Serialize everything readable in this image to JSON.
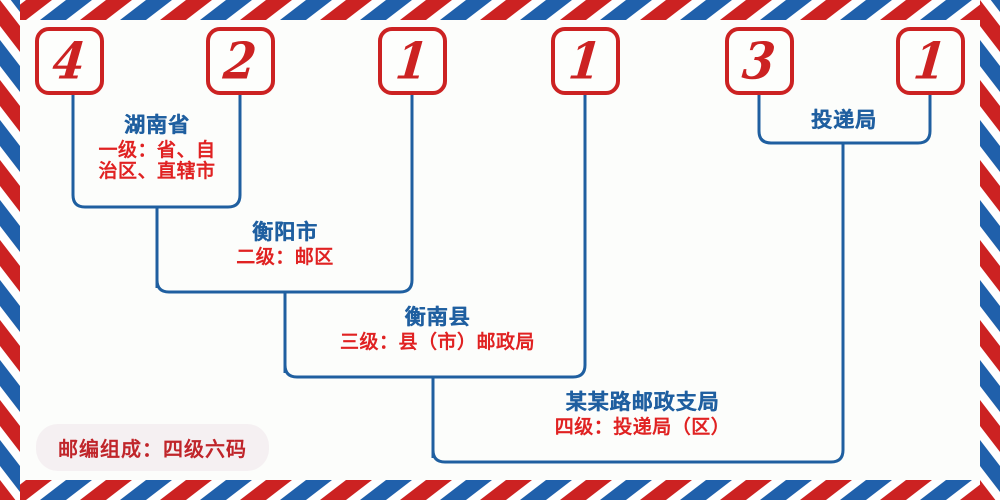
{
  "graphic": {
    "kind": "china-postal-code-composition-diagram",
    "background_color": "#fcfdfb",
    "accent_red": "#cc2222",
    "accent_blue": "#1f5fa0",
    "border_style": "airmail-diagonal-stripes",
    "border_colors": [
      "#cc2222",
      "#2060ab",
      "#ffffff"
    ]
  },
  "postal_code": {
    "digits": [
      "4",
      "2",
      "1",
      "1",
      "3",
      "1"
    ],
    "full": "421131"
  },
  "levels": [
    {
      "id": "level-1",
      "title": "湖南省",
      "subtitle_lines": [
        "一级：省、自",
        "治区、直辖市"
      ],
      "covers_digits": [
        1,
        2
      ]
    },
    {
      "id": "level-2",
      "title": "衡阳市",
      "subtitle_lines": [
        "二级：邮区"
      ],
      "covers_digits": [
        3
      ]
    },
    {
      "id": "level-3",
      "title": "衡南县",
      "subtitle_lines": [
        "三级：县（市）邮政局"
      ],
      "covers_digits": [
        4
      ]
    },
    {
      "id": "level-4",
      "title": "某某路邮政支局",
      "subtitle_lines": [
        "四级：投递局（区）"
      ],
      "covers_digits": [
        5,
        6
      ]
    }
  ],
  "delivery_office": {
    "title": "投递局",
    "covers_digits": [
      5,
      6
    ]
  },
  "legend": {
    "text": "邮编组成：四级六码"
  }
}
